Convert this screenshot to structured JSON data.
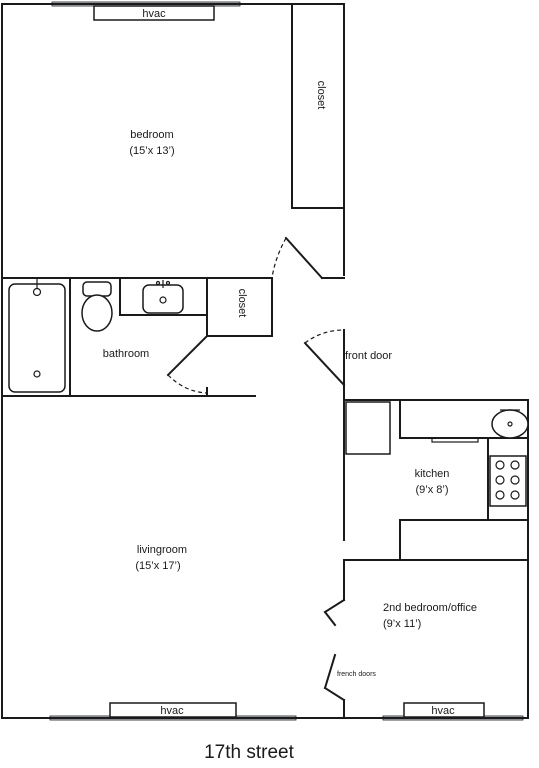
{
  "labels": {
    "hvac_top": "hvac",
    "closet_bedroom": "closet",
    "bedroom_name": "bedroom",
    "bedroom_dim": "(15’x 13’)",
    "closet_bath": "closet",
    "bathroom": "bathroom",
    "front_door": "front door",
    "kitchen_name": "kitchen",
    "kitchen_dim": "(9’x 8’)",
    "living_name": "livingroom",
    "living_dim": "(15’x 17’)",
    "office_name": "2nd bedroom/office",
    "office_dim": "(9’x 11’)",
    "french_doors": "french doors",
    "hvac_living": "hvac",
    "hvac_office": "hvac",
    "street": "17th street"
  }
}
